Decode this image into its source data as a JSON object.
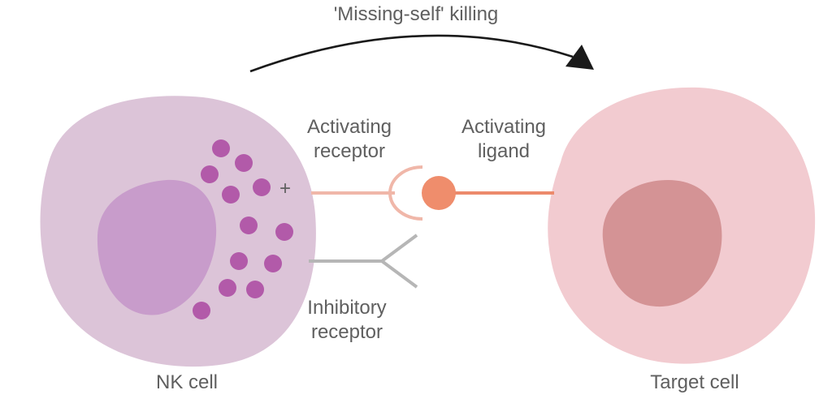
{
  "diagram": {
    "title": "'Missing-self' killing",
    "nk_cell_label": "NK cell",
    "target_cell_label": "Target cell",
    "activating_receptor": {
      "line1": "Activating",
      "line2": "receptor"
    },
    "activating_ligand": {
      "line1": "Activating",
      "line2": "ligand"
    },
    "inhibitory_receptor": {
      "line1": "Inhibitory",
      "line2": "receptor"
    },
    "activation_sign": "+"
  },
  "colors": {
    "nk_cell": "#dcc4d8",
    "nk_nucleus": "#c89ccb",
    "granule": "#b25aa9",
    "target_cell": "#f2cbd0",
    "target_nucleus": "#d49395",
    "activating_line": "#f0b7a9",
    "ligand": "#ef8d6c",
    "ligand_line": "#ec8a6c",
    "inhibitory": "#b6b6b6",
    "arrow": "#1a1a1a",
    "text": "#5f5f5f"
  }
}
